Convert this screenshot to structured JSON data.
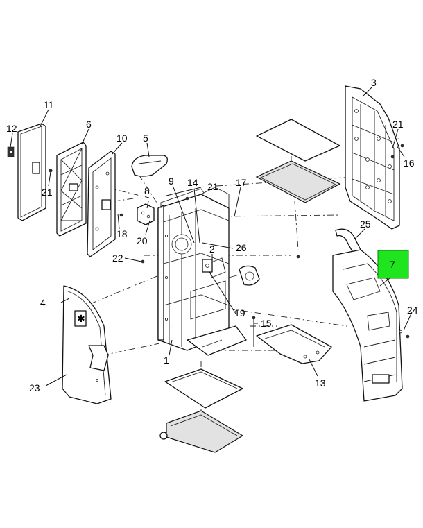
{
  "callouts": {
    "c1": "1",
    "c2": "2",
    "c3": "3",
    "c4": "4",
    "c5": "5",
    "c6": "6",
    "c7": "7",
    "c8": "8",
    "c9": "9",
    "c10": "10",
    "c11": "11",
    "c12": "12",
    "c13": "13",
    "c14": "14",
    "c15": "15",
    "c16": "16",
    "c17": "17",
    "c18": "18",
    "c19": "19",
    "c20a": "20",
    "c21a": "21",
    "c21b": "21",
    "c21c": "21",
    "c22": "22",
    "c23": "23",
    "c24": "24",
    "c25": "25",
    "c26": "26"
  },
  "highlight": {
    "label": "7",
    "color": "#1ee51e"
  }
}
